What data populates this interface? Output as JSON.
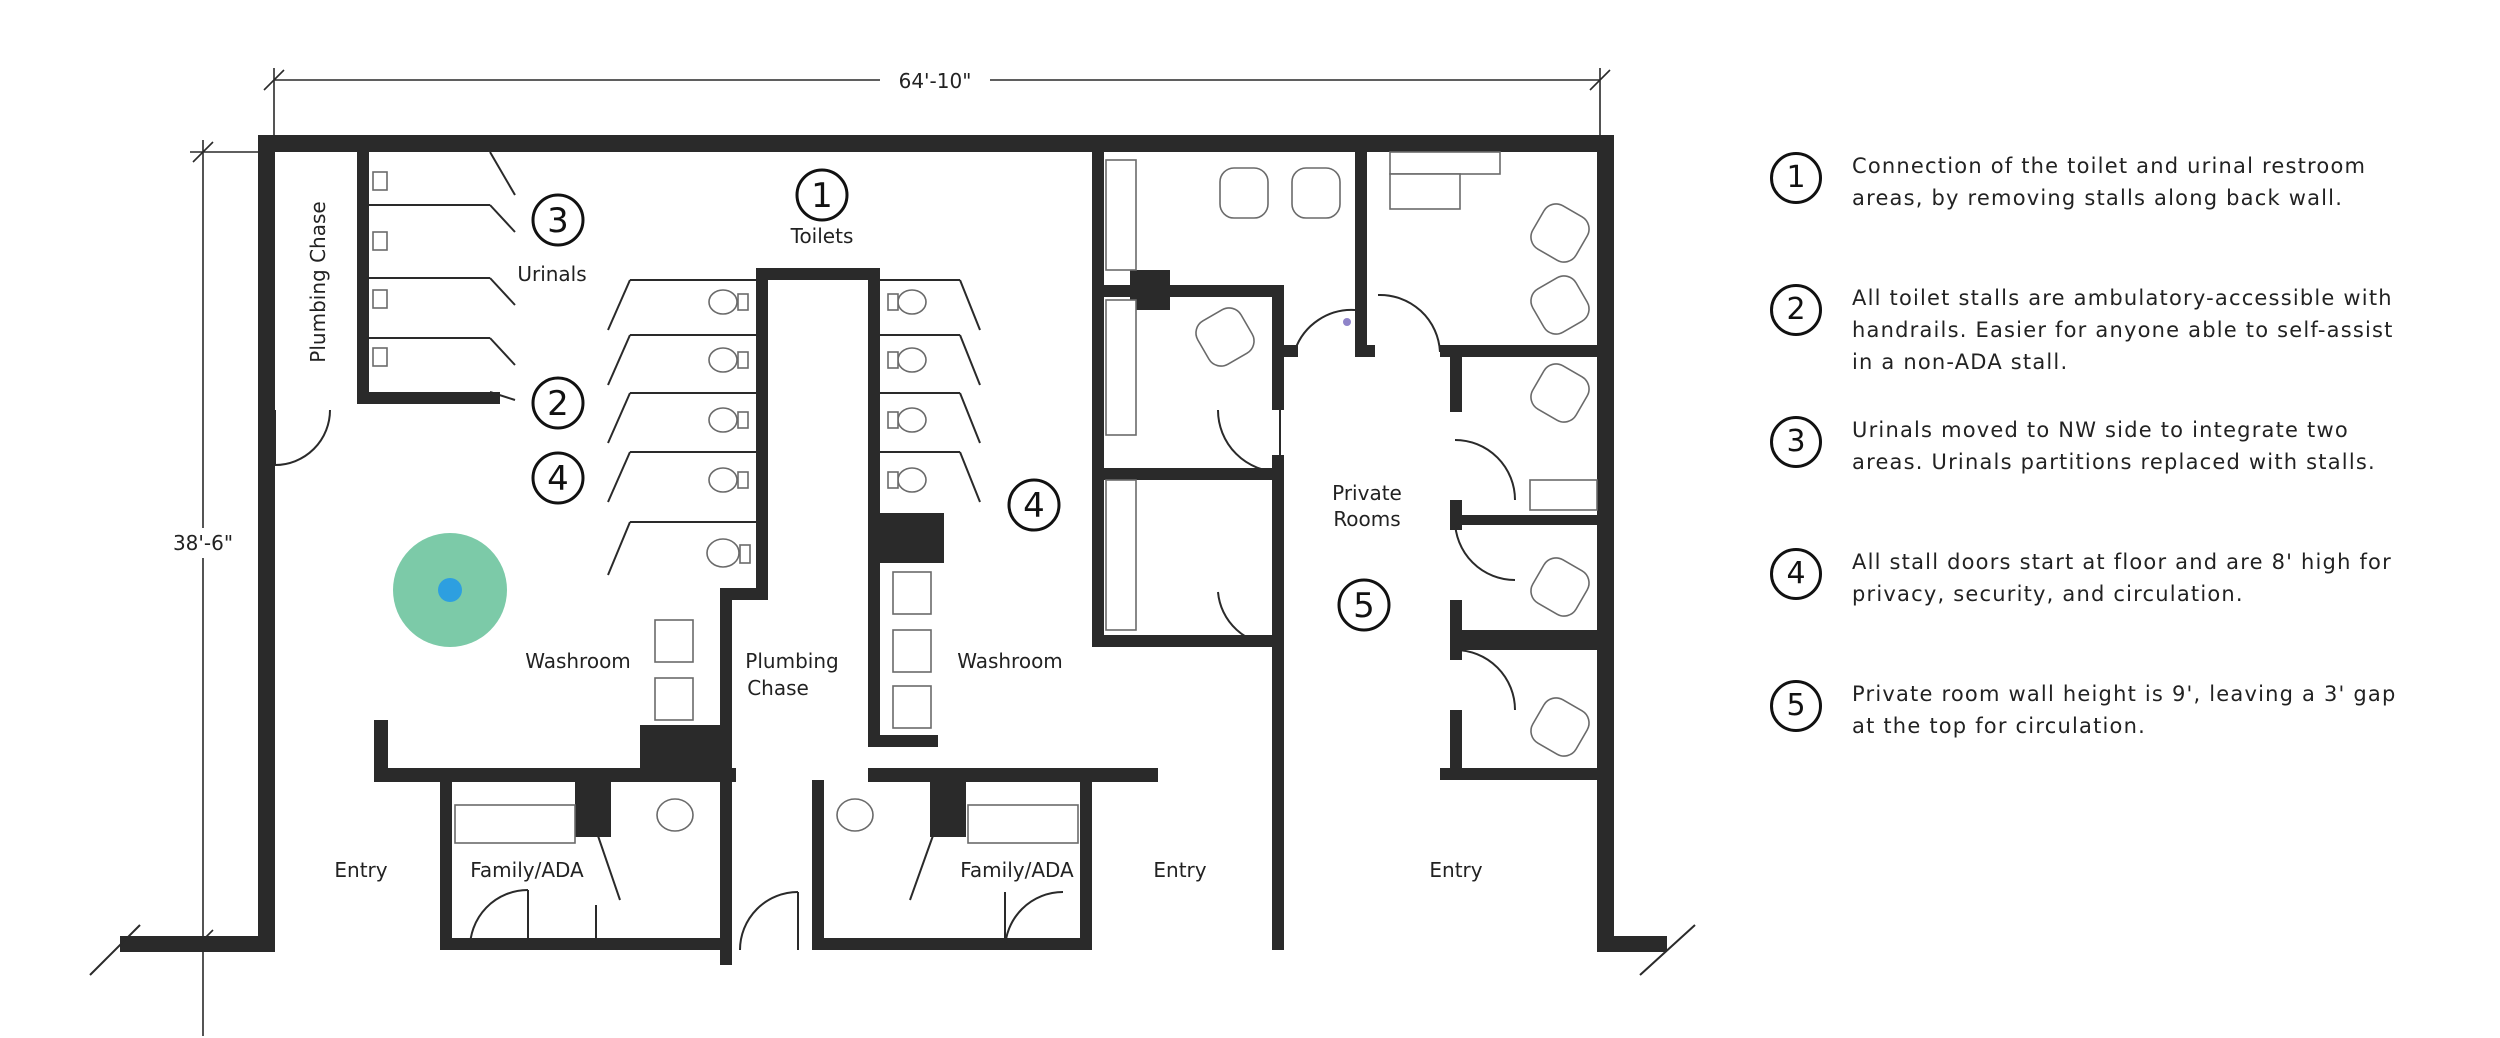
{
  "dimensions": {
    "width_label": "64'-10\"",
    "height_label": "38'-6\""
  },
  "rooms": {
    "plumbing_chase_left": "Plumbing Chase",
    "urinals": "Urinals",
    "toilets": "Toilets",
    "washroom_left": "Washroom",
    "plumbing_chase_center_1": "Plumbing",
    "plumbing_chase_center_2": "Chase",
    "washroom_right": "Washroom",
    "private_rooms_1": "Private",
    "private_rooms_2": "Rooms",
    "entry_1": "Entry",
    "family_ada_1": "Family/ADA",
    "family_ada_2": "Family/ADA",
    "entry_2": "Entry",
    "entry_3": "Entry"
  },
  "badges": {
    "b1": "1",
    "b2": "2",
    "b3": "3",
    "b4": "4",
    "b5": "5"
  },
  "notes": [
    {
      "num": "1",
      "text": "Connection of the toilet and urinal restroom areas, by removing stalls along back wall."
    },
    {
      "num": "2",
      "text": "All toilet stalls are ambulatory-accessible with handrails. Easier for anyone able to self-assist in a non-ADA stall."
    },
    {
      "num": "3",
      "text": "Urinals moved to NW side to integrate two areas. Urinals partitions replaced with stalls."
    },
    {
      "num": "4",
      "text": "All stall doors start at floor and are 8' high for privacy, security, and circulation."
    },
    {
      "num": "5",
      "text": "Private room wall height is 9', leaving a 3' gap at the top for circulation."
    }
  ],
  "colors": {
    "wall": "#2a2a2a",
    "marker_ring": "#7ccaa8",
    "marker_dot": "#2d9fe0"
  }
}
